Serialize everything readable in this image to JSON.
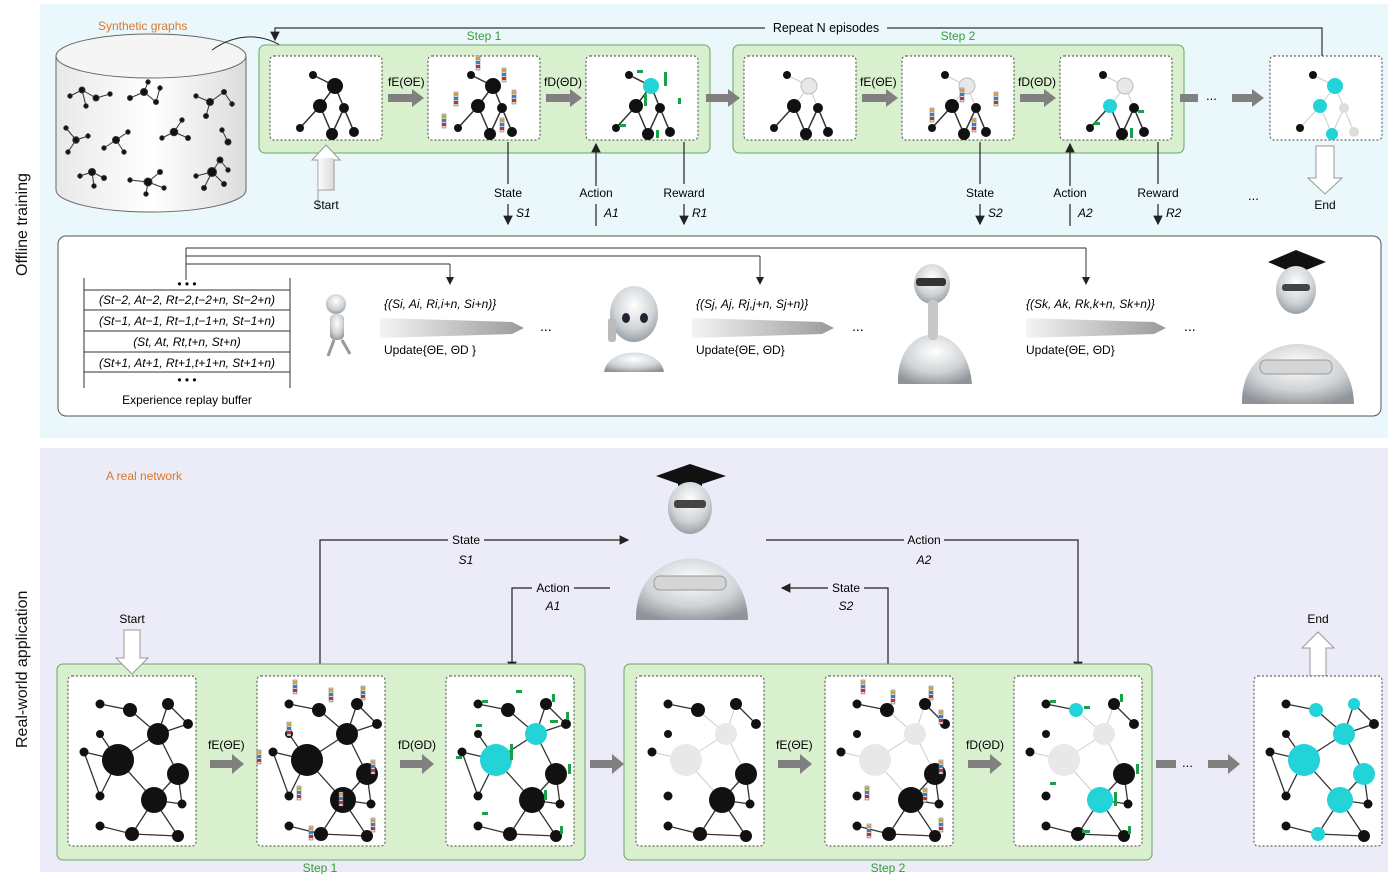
{
  "sections": {
    "offline": "Offline training",
    "real": "Real-world application"
  },
  "offline": {
    "synthetic_graphs": "Synthetic graphs",
    "repeat": "Repeat N episodes",
    "step1": "Step 1",
    "step2": "Step 2",
    "start": "Start",
    "end": "End",
    "fe": "fE(ΘE)",
    "fd": "fD(ΘD)",
    "state": "State",
    "action": "Action",
    "reward": "Reward",
    "s1": "S1",
    "a1": "A1",
    "r1": "R1",
    "s2": "S2",
    "a2": "A2",
    "r2": "R2",
    "dots": "...",
    "buffer": {
      "dots": "• • •",
      "rows": [
        "(St−2, At−2, Rt−2,t−2+n, St−2+n)",
        "(St−1, At−1, Rt−1,t−1+n, St−1+n)",
        "(St, At, Rt,t+n, St+n)",
        "(St+1, At+1, Rt+1,t+1+n, St+1+n)"
      ],
      "label": "Experience replay buffer"
    },
    "tuples": [
      "{(Si, Ai, Ri,i+n, Si+n)}",
      "{(Sj, Aj, Rj,j+n, Sj+n)}",
      "{(Sk, Ak, Rk,k+n, Sk+n)}"
    ],
    "updates": [
      "Update{ΘE, ΘD }",
      "Update{ΘE, ΘD}",
      "Update{ΘE, ΘD}"
    ]
  },
  "real": {
    "title": "A real network",
    "start": "Start",
    "end": "End",
    "step1": "Step 1",
    "step2": "Step 2",
    "state": "State",
    "action": "Action",
    "s1": "S1",
    "a1": "A1",
    "s2": "S2",
    "a2": "A2",
    "fe": "fE(ΘE)",
    "fd": "fD(ΘD)"
  },
  "colors": {
    "panel_top": "#eaf8fb",
    "panel_bottom": "#ecebf8",
    "step_box": "#d9f0cf",
    "node": "#111111",
    "node_removed": "#e4e4e4",
    "node_selected": "#22d3d8",
    "green_bar": "#1aa04a",
    "orange_text": "#d9782c"
  }
}
